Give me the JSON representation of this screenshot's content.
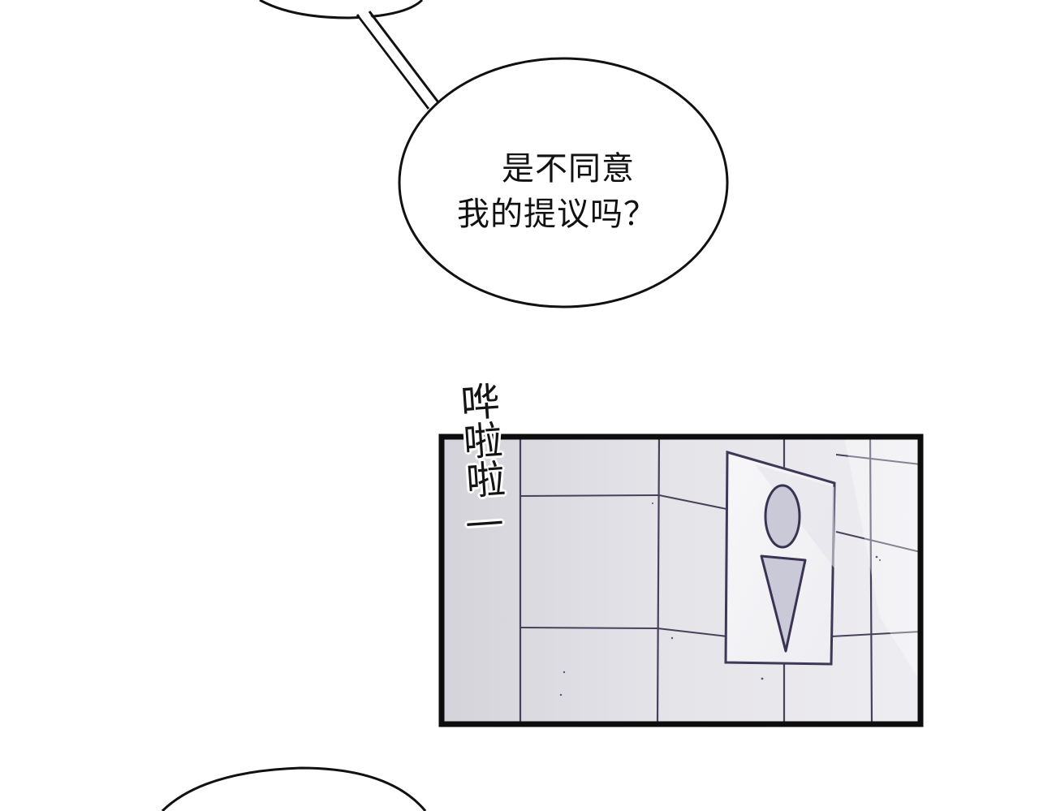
{
  "speech_bubble": {
    "line1": "是不同意",
    "line2": "我的提议吗？"
  },
  "sound_effect": {
    "text": "哗啦啦—"
  },
  "colors": {
    "ink": "#111111",
    "panel_border": "#0d0d0d",
    "wall_light": "#ecebee",
    "wall_mid": "#d9d8de",
    "grout": "#47415a",
    "sign_fill": "#f4f4f6",
    "sign_border": "#3f3856",
    "figure_fill": "#c9c9d8",
    "figure_stroke": "#3a3352"
  },
  "icons": {
    "restroom_sign": "male-restroom-sign-icon"
  }
}
